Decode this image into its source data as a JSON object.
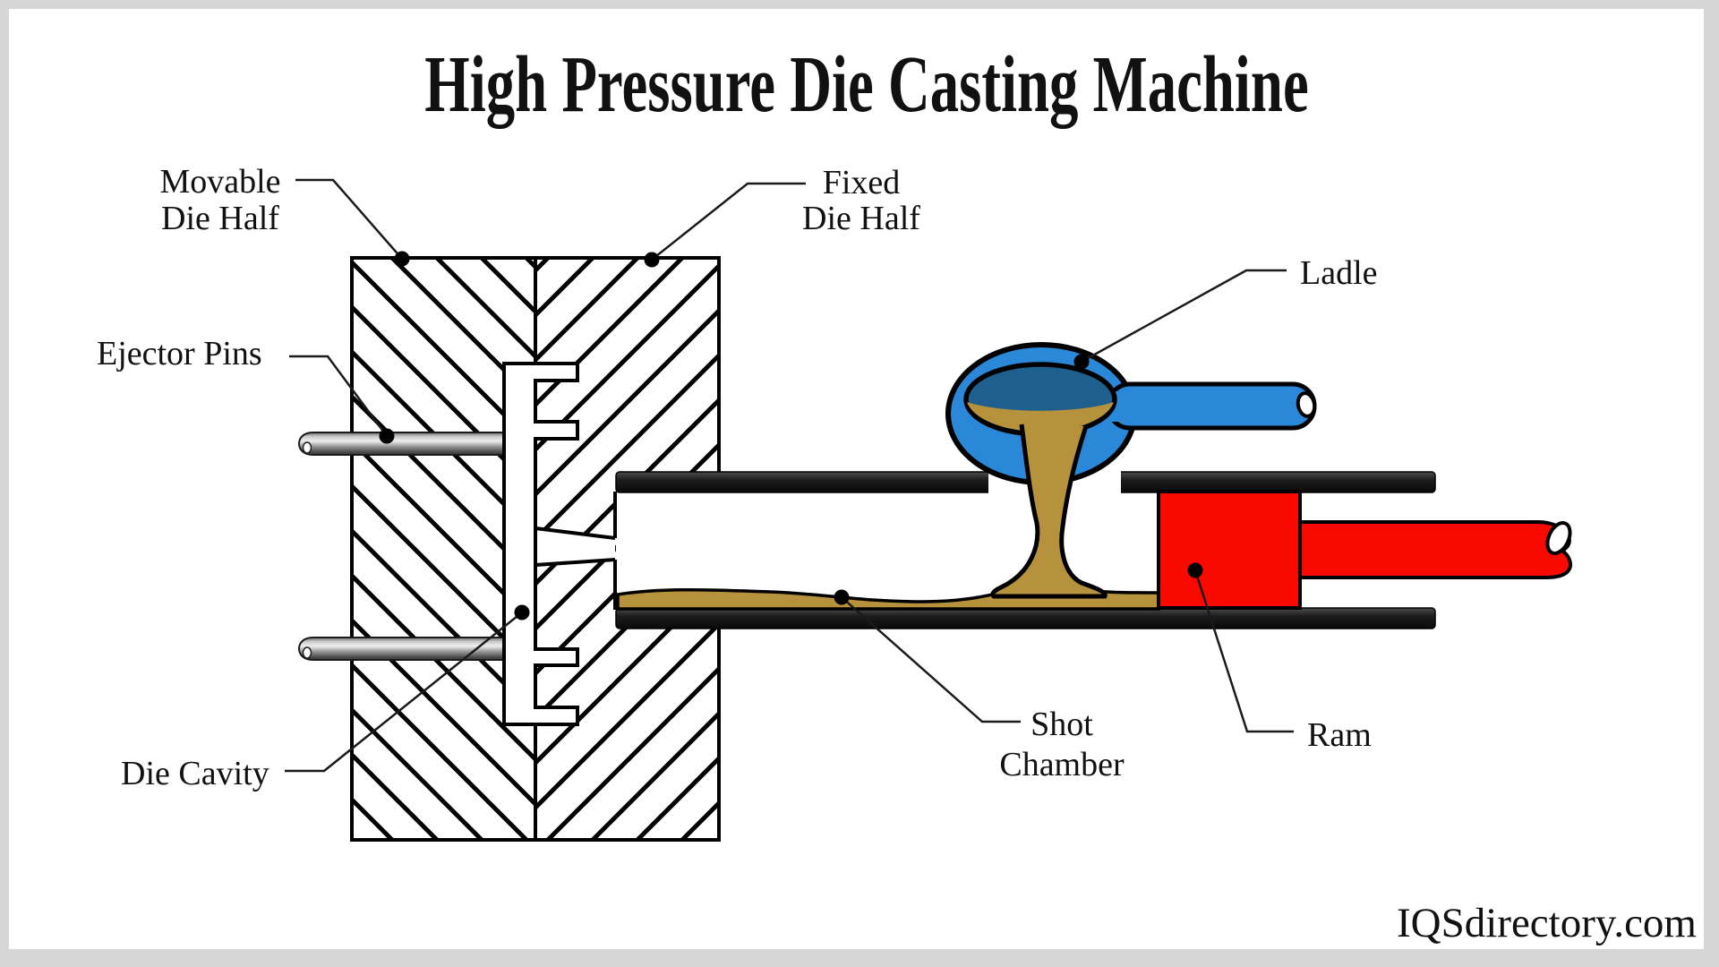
{
  "title": "High Pressure Die Casting Machine",
  "watermark": "IQSdirectory.com",
  "labels": {
    "movable": {
      "line1": "Movable",
      "line2": "Die Half"
    },
    "fixed": {
      "line1": "Fixed",
      "line2": "Die Half"
    },
    "ejector_pins": {
      "line1": "Ejector Pins"
    },
    "die_cavity": {
      "line1": "Die Cavity"
    },
    "ladle": {
      "line1": "Ladle"
    },
    "shot_chamber": {
      "line1": "Shot",
      "line2": "Chamber"
    },
    "ram": {
      "line1": "Ram"
    }
  },
  "colors": {
    "ladle_blue": "#2B87D8",
    "ladle_interior": "#1F5F8D",
    "molten_metal": "#B6923C",
    "ram_red": "#F90900",
    "outline_black": "#000000",
    "leader_line": "#1a1a1a",
    "frame_gray": "#D6D6D6",
    "canvas_white": "#FFFFFF"
  }
}
